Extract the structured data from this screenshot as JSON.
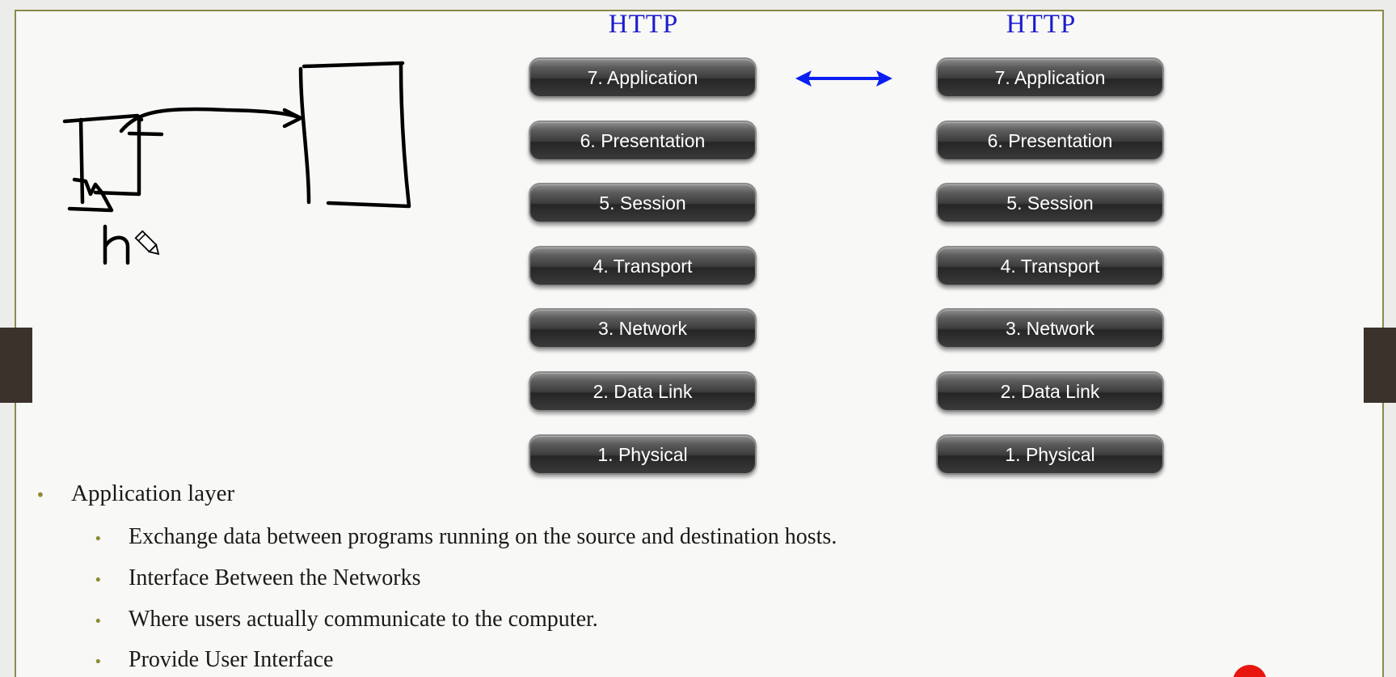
{
  "columns": [
    {
      "header": "HTTP",
      "layers": [
        "7. Application",
        "6. Presentation",
        "5. Session",
        "4. Transport",
        "3. Network",
        "2. Data Link",
        "1. Physical"
      ]
    },
    {
      "header": "HTTP",
      "layers": [
        "7. Application",
        "6. Presentation",
        "5. Session",
        "4. Transport",
        "3. Network",
        "2. Data Link",
        "1. Physical"
      ]
    }
  ],
  "bullets": {
    "main": "Application layer",
    "sub": [
      "Exchange data between programs running on the source and destination hosts.",
      "Interface Between the Networks",
      "Where users actually communicate to  the computer.",
      "Provide User Interface"
    ]
  },
  "colors": {
    "header": "#1c1ccf",
    "arrow": "#0a1ff0",
    "frame": "#8b8a4a",
    "bullet": "#8c8c35",
    "record": "#e8160f"
  },
  "icons": {
    "arrow": "double-arrow-icon",
    "cursor": "pencil-cursor-icon",
    "record": "record-indicator-icon"
  }
}
